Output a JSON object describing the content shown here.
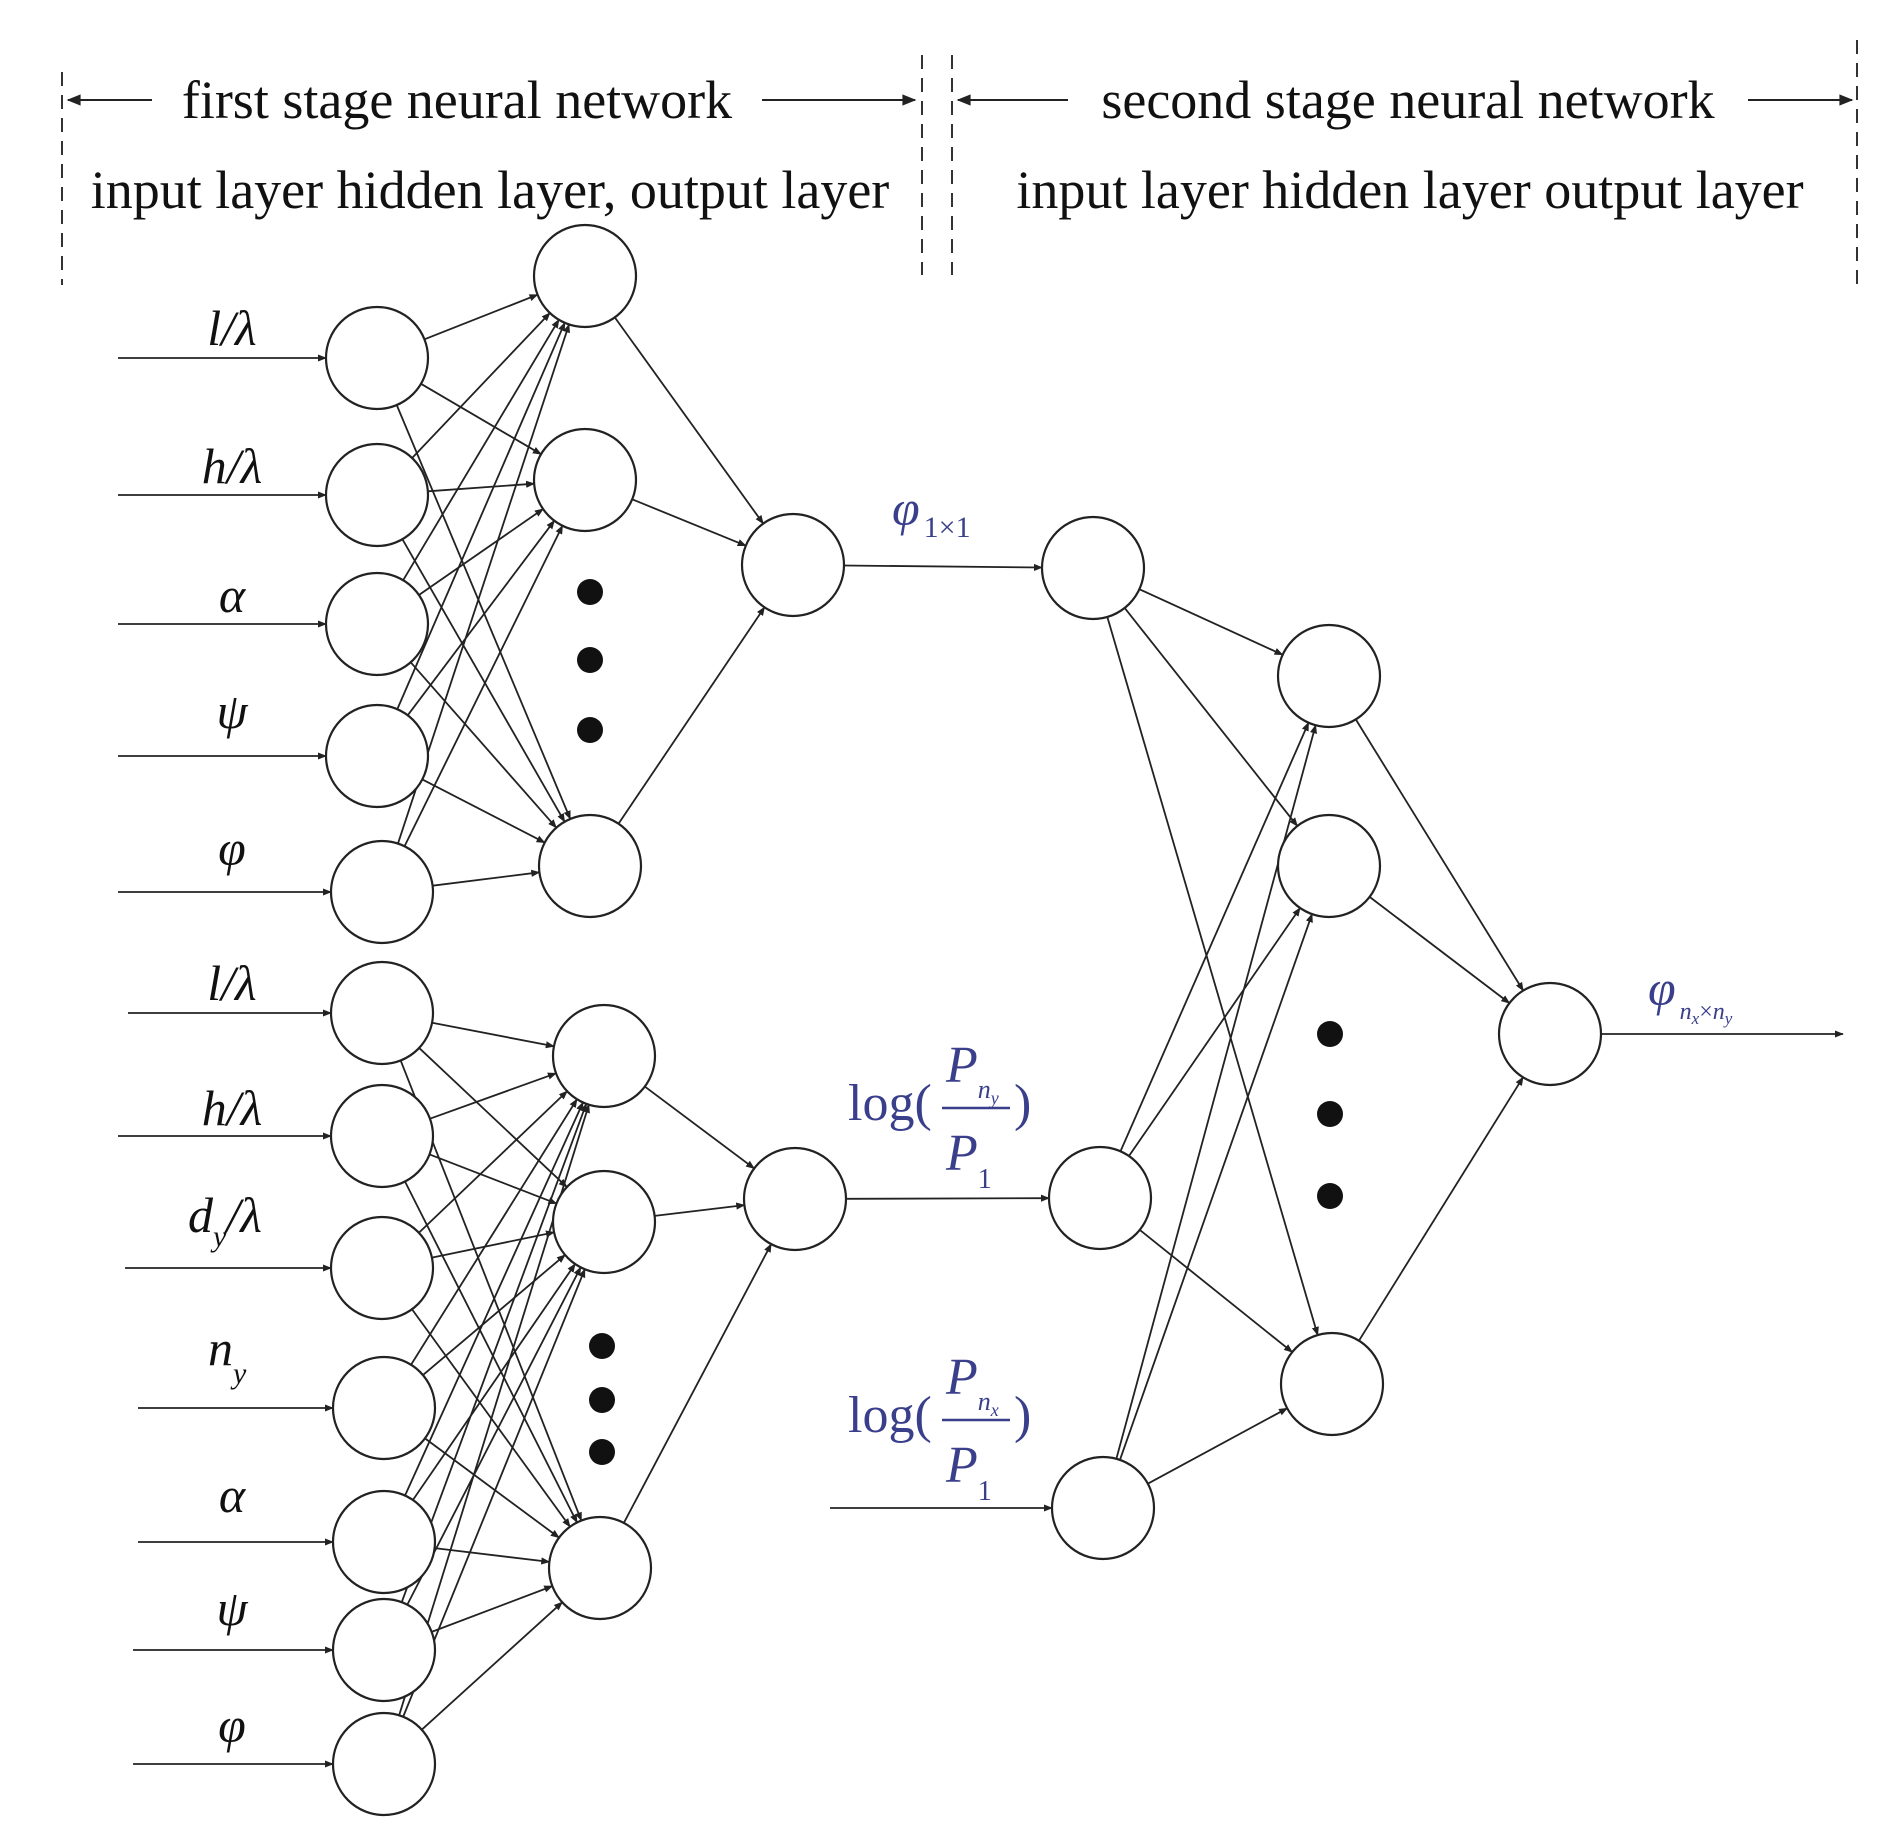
{
  "header": {
    "first_stage": "first stage neural network",
    "second_stage": "second stage neural network",
    "first_layers": "input layer hidden layer, output layer",
    "second_layers": "input layer hidden layer output layer"
  },
  "net1": {
    "inputs": [
      {
        "main": "l/λ"
      },
      {
        "main": "h/λ"
      },
      {
        "main": "α"
      },
      {
        "main": "ψ"
      },
      {
        "main": "φ"
      }
    ],
    "output_label": {
      "main": "φ",
      "sub": "1×1"
    }
  },
  "net2": {
    "inputs": [
      {
        "main": "l/λ"
      },
      {
        "main": "h/λ"
      },
      {
        "main": "d",
        "sub": "y",
        "tail": "/λ"
      },
      {
        "main": "n",
        "sub": "y"
      },
      {
        "main": "α"
      },
      {
        "main": "ψ"
      },
      {
        "main": "φ"
      }
    ],
    "output_label": {
      "prefix": "log(",
      "num_main": "P",
      "num_sub": "n",
      "num_subsub": "y",
      "den_main": "P",
      "den_sub": "1",
      "suffix": ")"
    }
  },
  "extra_input": {
    "prefix": "log(",
    "num_main": "P",
    "num_sub": "n",
    "num_subsub": "x",
    "den_main": "P",
    "den_sub": "1",
    "suffix": ")"
  },
  "final_output": {
    "main": "φ",
    "sub_a": "n",
    "sub_a2": "x",
    "times": "×",
    "sub_b": "n",
    "sub_b2": "y"
  },
  "colors": {
    "line": "#222222",
    "text": "#111111",
    "accent": "#3a3f8c"
  }
}
